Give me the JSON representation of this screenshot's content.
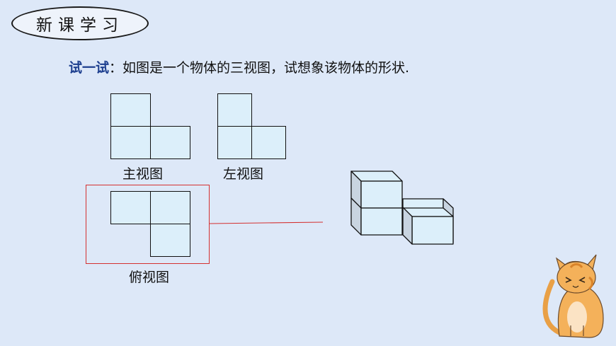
{
  "header": {
    "badge_text": "新课学习"
  },
  "task": {
    "lead": "试一试",
    "text": "：如图是一个物体的三视图，试想象该物体的形状."
  },
  "views": {
    "front_label": "主视图",
    "left_label": "左视图",
    "top_label": "俯视图"
  },
  "colors": {
    "background": "#dde8f8",
    "cell_fill": "#dceffa",
    "lead_text": "#1d3f8f",
    "highlight": "#d43030"
  },
  "icons": {
    "mascot": "cat-mascot-icon"
  }
}
